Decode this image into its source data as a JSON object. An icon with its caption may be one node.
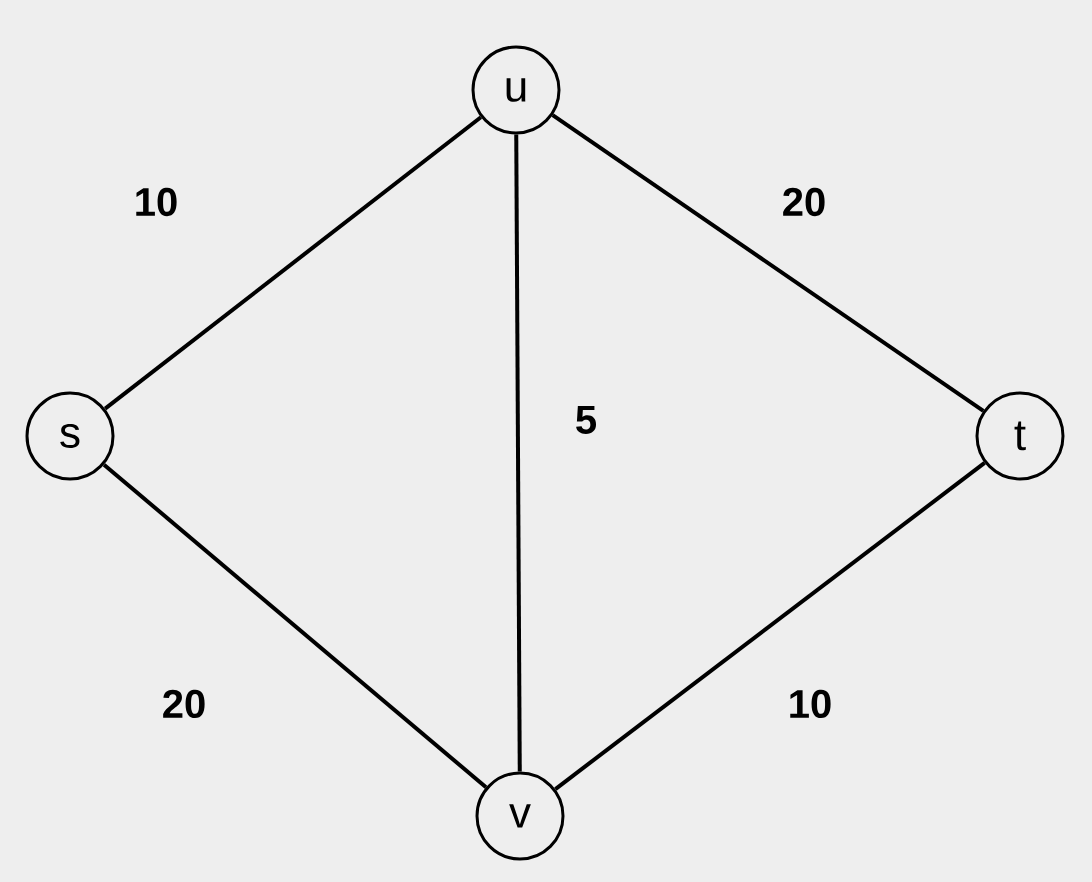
{
  "diagram": {
    "nodes": [
      {
        "text": [
          "u"
        ]
      },
      {
        "text": [
          "s"
        ]
      },
      {
        "text": [
          "t"
        ]
      },
      {
        "text": [
          "v"
        ]
      }
    ],
    "edges": [
      {
        "from": 1,
        "to": 0,
        "arrow": "none",
        "label": "10"
      },
      {
        "from": 0,
        "to": 2,
        "arrow": "none",
        "label": "20"
      },
      {
        "from": 0,
        "to": 3,
        "arrow": "none",
        "label": "5"
      },
      {
        "from": 1,
        "to": 3,
        "arrow": "none",
        "label": "20"
      },
      {
        "from": 3,
        "to": 2,
        "arrow": "none",
        "label": "10"
      }
    ]
  }
}
